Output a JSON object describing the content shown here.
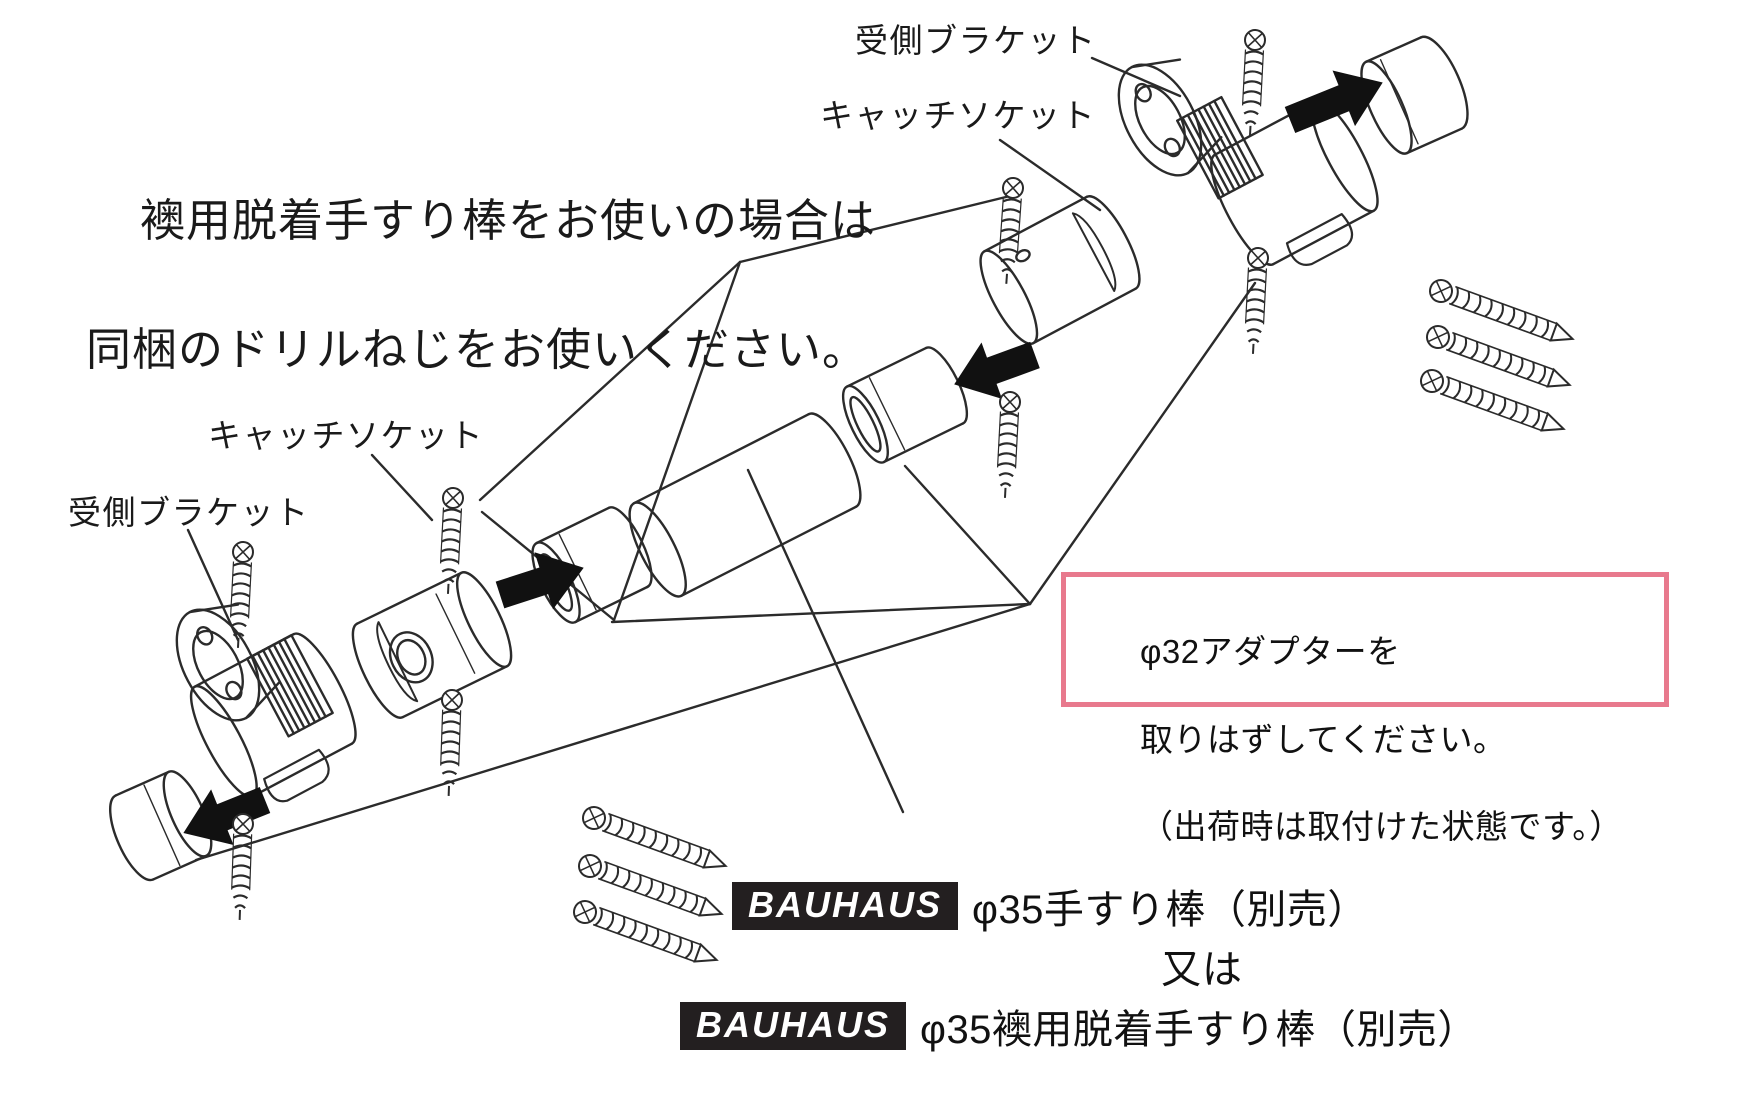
{
  "document": {
    "type": "exploded assembly instruction diagram",
    "language": "ja"
  },
  "headline": {
    "line1": "襖用脱着手すり棒をお使いの場合は",
    "line2": "同梱のドリルねじをお使いください。"
  },
  "part_labels": {
    "bracket_top": "受側ブラケット",
    "catch_socket_top": "キャッチソケット",
    "catch_socket_left": "キャッチソケット",
    "bracket_left": "受側ブラケット"
  },
  "warning_box": {
    "line1": "φ32アダプターを",
    "line2": "取りはずしてください。",
    "line3": "（出荷時は取付けた状態です。）",
    "border_color": "#e8798d",
    "background_color": "#ffffff"
  },
  "products": {
    "brand": "BAUHAUS",
    "item1": "φ35手すり棒（別売）",
    "conjunction": "又は",
    "item2": "φ35襖用脱着手すり棒（別売）",
    "logo_background": "#231f20",
    "logo_text_color": "#ffffff"
  },
  "colors": {
    "ink": "#1a1a1a",
    "line": "#2b2b2b",
    "page": "#ffffff",
    "accent_pink": "#e8798d"
  }
}
